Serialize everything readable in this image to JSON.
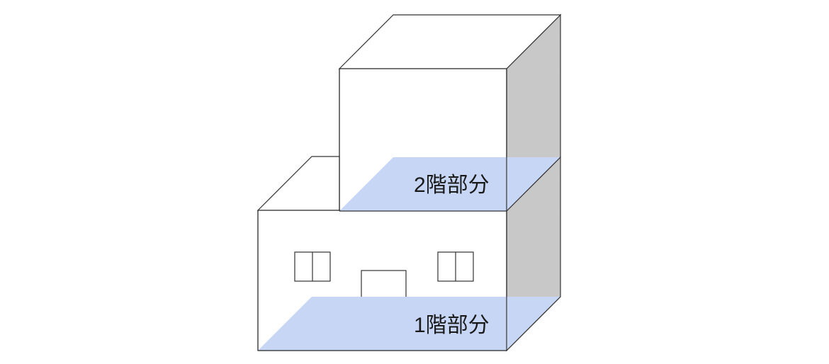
{
  "diagram": {
    "floors": [
      {
        "id": "2f",
        "label": "2階部分"
      },
      {
        "id": "1f",
        "label": "1階部分"
      }
    ],
    "colors": {
      "wall_front": "#ffffff",
      "wall_side": "#c8c8c8",
      "floor_plane": "#c6d6f4",
      "outline": "#333333"
    }
  }
}
